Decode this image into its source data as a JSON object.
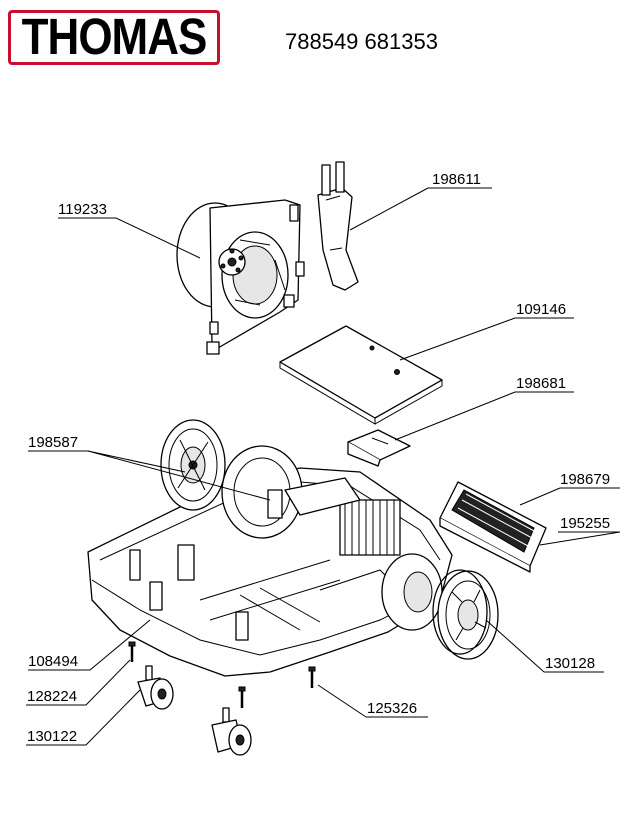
{
  "brand": {
    "logo_text": "THOMAS",
    "border_color": "#c8102e"
  },
  "header": {
    "model_numbers": "788549 681353"
  },
  "parts": [
    {
      "id": "p198611",
      "number": "198611"
    },
    {
      "id": "p119233",
      "number": "119233"
    },
    {
      "id": "p109146",
      "number": "109146"
    },
    {
      "id": "p198681",
      "number": "198681"
    },
    {
      "id": "p198587",
      "number": "198587"
    },
    {
      "id": "p198679",
      "number": "198679"
    },
    {
      "id": "p195255",
      "number": "195255"
    },
    {
      "id": "p108494",
      "number": "108494"
    },
    {
      "id": "p130128",
      "number": "130128"
    },
    {
      "id": "p128224",
      "number": "128224"
    },
    {
      "id": "p125326",
      "number": "125326"
    },
    {
      "id": "p130122",
      "number": "130122"
    }
  ]
}
